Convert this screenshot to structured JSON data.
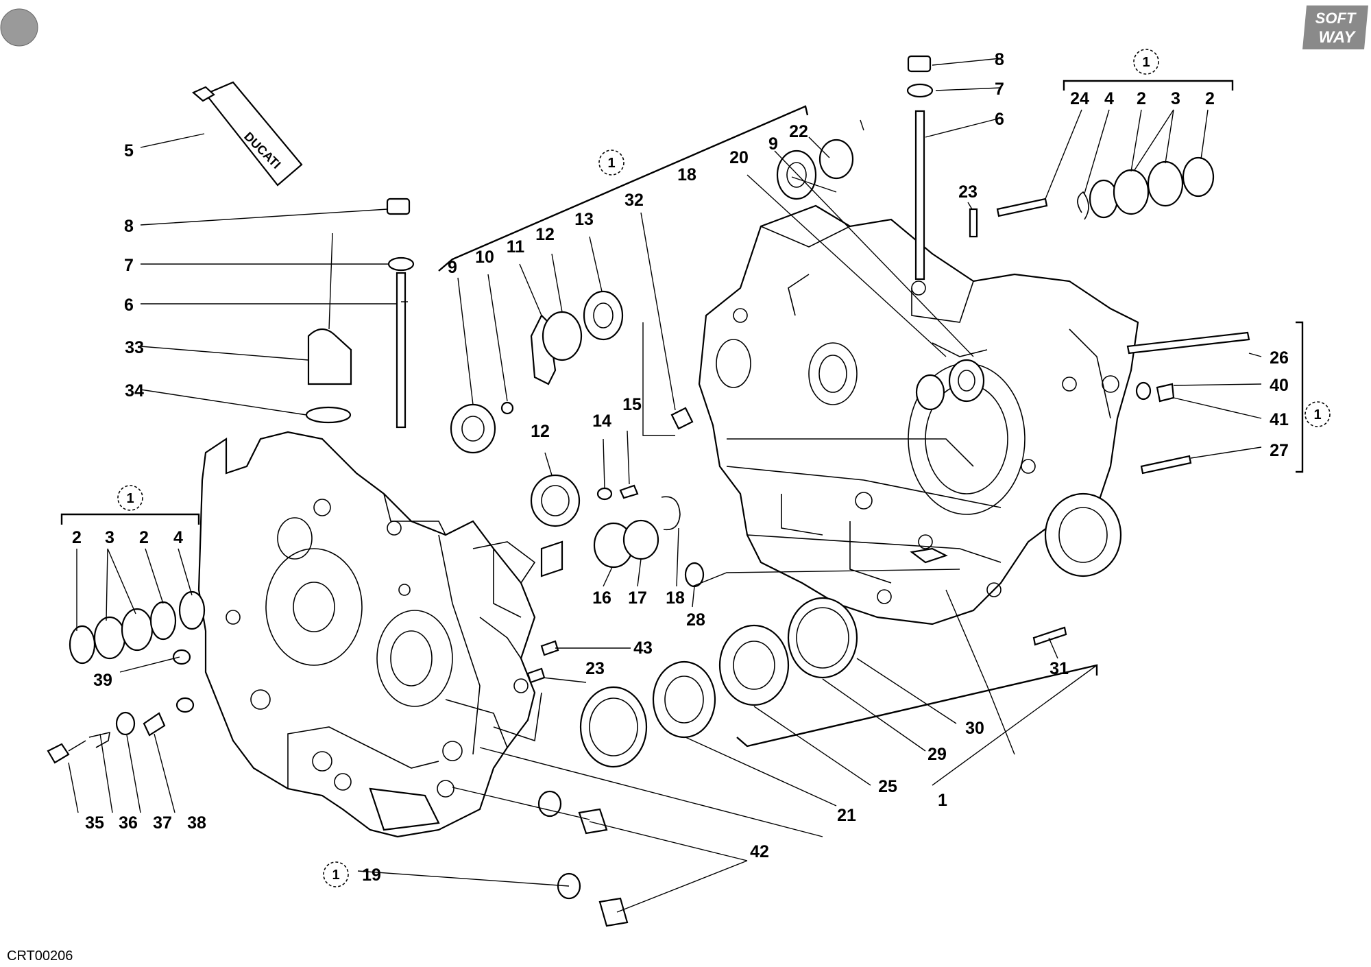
{
  "drawing_code": "CRT00206",
  "brand_logo": {
    "line1": "SOFT",
    "line2": "WAY"
  },
  "tube_text": "DUCATI",
  "reference_marker": "1",
  "colors": {
    "ink": "#000000",
    "paper": "#ffffff",
    "logo_gray": "#8a8a8a"
  },
  "callouts": {
    "c5": "5",
    "c8a": "8",
    "c7a": "7",
    "c6a": "6",
    "c33": "33",
    "c34": "34",
    "c2a": "2",
    "c3a": "3",
    "c2b": "2",
    "c4a": "4",
    "c39": "39",
    "c35": "35",
    "c36": "36",
    "c37": "37",
    "c38": "38",
    "c9a": "9",
    "c10": "10",
    "c11": "11",
    "c12a": "12",
    "c13": "13",
    "c32": "32",
    "c12b": "12",
    "c14": "14",
    "c15": "15",
    "c16": "16",
    "c17": "17",
    "c18a": "18",
    "c28": "28",
    "c43": "43",
    "c23a": "23",
    "c19": "19",
    "c42": "42",
    "c21": "21",
    "c25": "25",
    "c29": "29",
    "c30": "30",
    "c1": "1",
    "c31": "31",
    "c18b": "18",
    "c20": "20",
    "c9b": "9",
    "c22": "22",
    "c8b": "8",
    "c7b": "7",
    "c6b": "6",
    "c23b": "23",
    "c24": "24",
    "c4b": "4",
    "c2c": "2",
    "c3b": "3",
    "c2d": "2",
    "c26": "26",
    "c40": "40",
    "c41": "41",
    "c27": "27"
  }
}
